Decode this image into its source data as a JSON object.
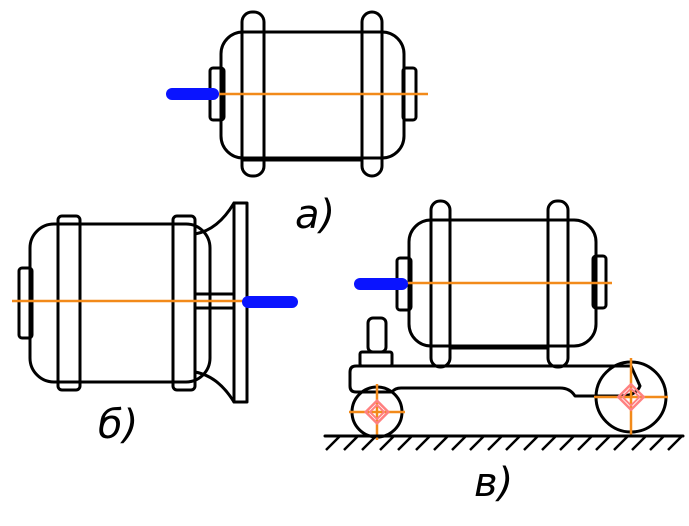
{
  "captions": {
    "a": "а)",
    "b": "б)",
    "c": "в)"
  },
  "colors": {
    "line": "#000000",
    "axis": "#f28a1a",
    "shaft": "#0a14ff",
    "wheel_center": "#ff8080"
  }
}
